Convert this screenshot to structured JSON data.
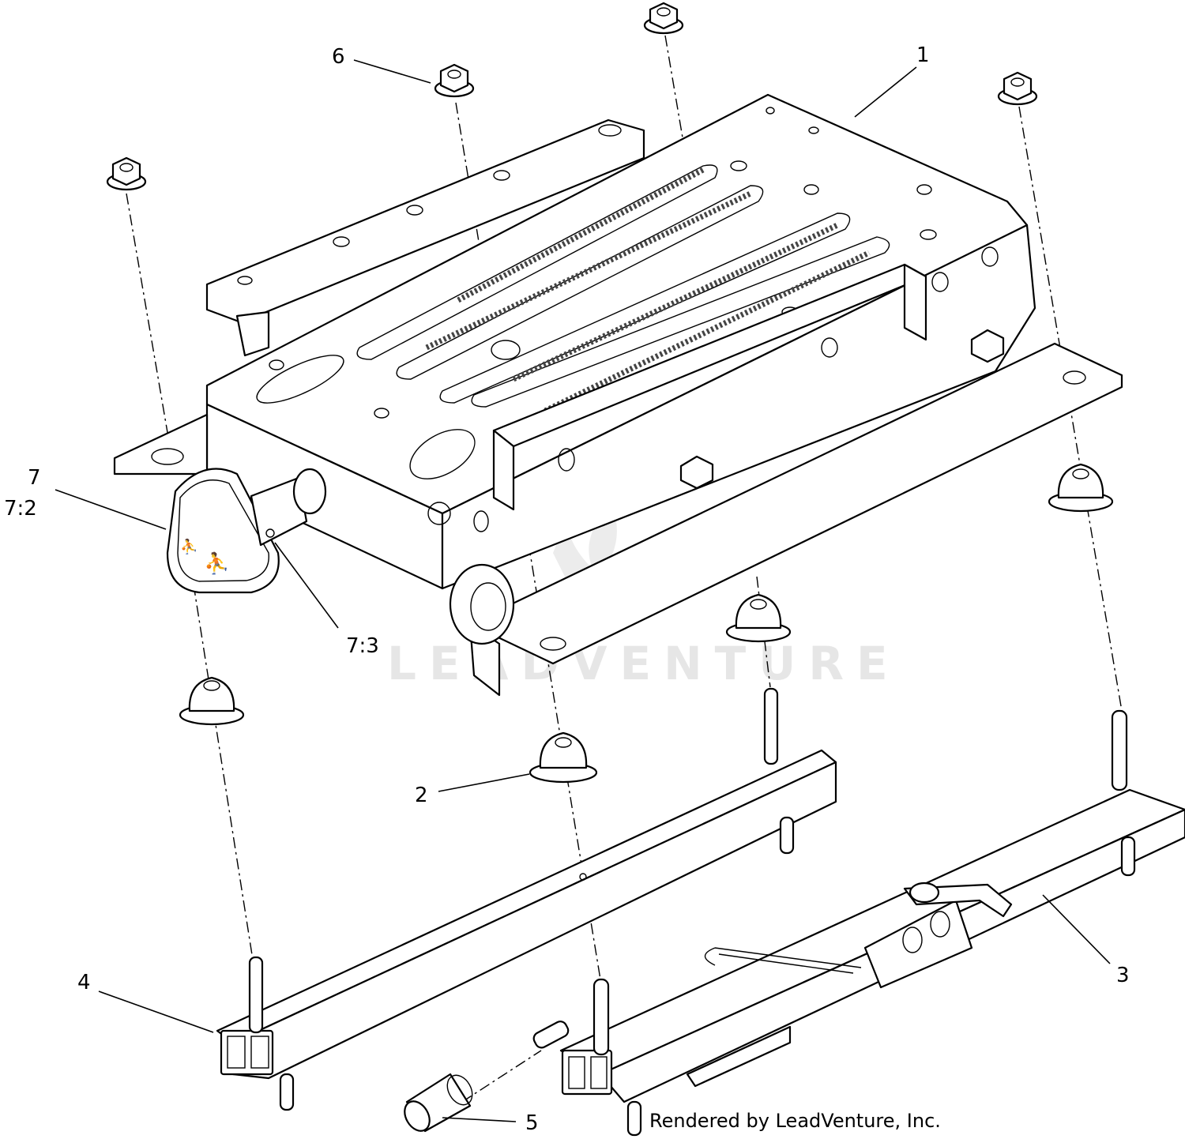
{
  "callouts": {
    "c1": "1",
    "c2": "2",
    "c3": "3",
    "c4": "4",
    "c5": "5",
    "c6": "6",
    "c7": "7",
    "c72": "7:2",
    "c73": "7:3"
  },
  "watermark": "LEADVENTURE",
  "credit": "Rendered by LeadVenture, Inc."
}
